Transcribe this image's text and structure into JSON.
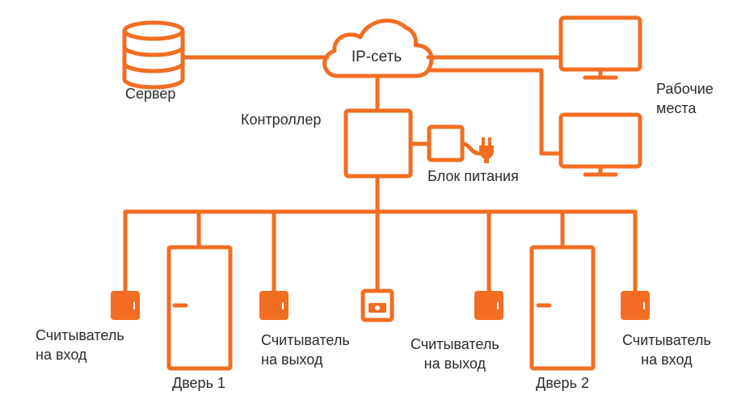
{
  "colors": {
    "accent": "#f26d21",
    "text": "#2b2b2b"
  },
  "cloud": {
    "label": "IP-сеть"
  },
  "server": {
    "label": "Сервер",
    "icon": "database-icon"
  },
  "workstations": {
    "label_line1": "Рабочие",
    "label_line2": "места",
    "icon": "monitor-icon"
  },
  "controller": {
    "label": "Контроллер"
  },
  "power_supply": {
    "label": "Блок питания",
    "icon": "power-plug-icon"
  },
  "devices": {
    "reader_in_left": {
      "line1": "Считыватель",
      "line2": "на вход"
    },
    "door_1": {
      "label": "Дверь 1"
    },
    "reader_out_left": {
      "line1": "Считыватель",
      "line2": "на выход"
    },
    "exit_button": {
      "icon": "exit-button-icon"
    },
    "reader_out_right": {
      "line1": "Считыватель",
      "line2": "на выход"
    },
    "door_2": {
      "label": "Дверь 2"
    },
    "reader_in_right": {
      "line1": "Считыватель",
      "line2": "на вход"
    }
  }
}
